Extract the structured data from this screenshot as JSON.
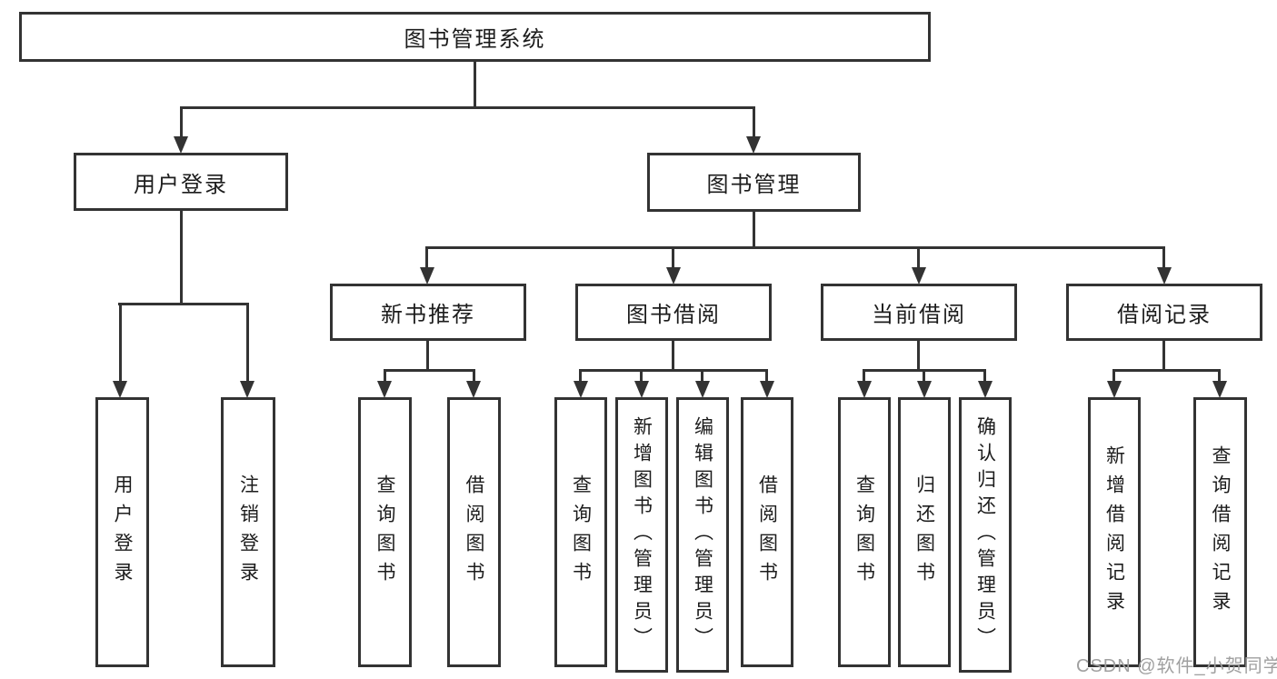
{
  "colors": {
    "line": "#333333",
    "text": "#1c1c1c",
    "box_background": "#ffffff",
    "page_background": "#ffffff",
    "watermark": "#a0a0a0"
  },
  "nodes": {
    "root": {
      "label": "图书管理系统"
    },
    "user_login": {
      "label": "用户登录"
    },
    "book_mgmt": {
      "label": "图书管理"
    },
    "login_leaf": {
      "label": "用户登录"
    },
    "logout_leaf": {
      "label": "注销登录"
    },
    "new_book_rec": {
      "label": "新书推荐"
    },
    "book_borrow": {
      "label": "图书借阅"
    },
    "current_borrow": {
      "label": "当前借阅"
    },
    "borrow_record": {
      "label": "借阅记录"
    },
    "nbr_query_books": {
      "label": "查询图书"
    },
    "nbr_borrow_books": {
      "label": "借阅图书"
    },
    "bb_query_books": {
      "label": "查询图书"
    },
    "bb_add_books_admin": {
      "label": "新增图书（管理员）"
    },
    "bb_edit_books_admin": {
      "label": "编辑图书（管理员）"
    },
    "bb_borrow_books": {
      "label": "借阅图书"
    },
    "cb_query_books": {
      "label": "查询图书"
    },
    "cb_return_books": {
      "label": "归还图书"
    },
    "cb_confirm_return_admin": {
      "label": "确认归还（管理员）"
    },
    "br_add_record": {
      "label": "新增借阅记录"
    },
    "br_query_record": {
      "label": "查询借阅记录"
    }
  },
  "watermark": {
    "text": "CSDN @软件_小贺同学"
  }
}
